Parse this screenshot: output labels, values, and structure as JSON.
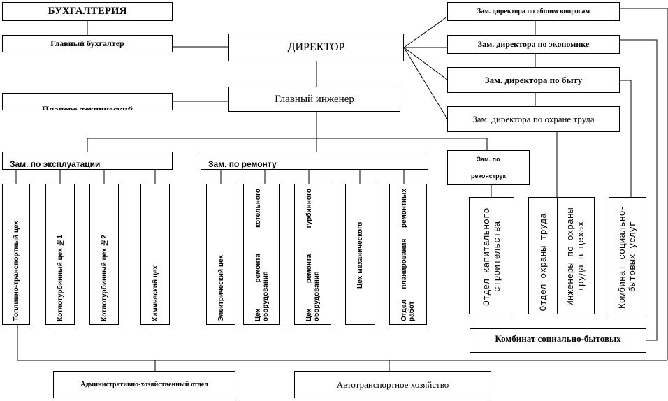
{
  "top_left": {
    "accounting": "БУХГАЛТЕРИЯ",
    "chief_accountant": "Главный бухгалтер",
    "planning_dept": "Планово-технический"
  },
  "director": "ДИРЕКТОР",
  "chief_engineer": "Главный инженер",
  "deputies": {
    "general": "Зам. директора по общим вопросам",
    "economy": "Зам. директора по экономике",
    "living": "Зам. директора по быту",
    "labor_safety": "Зам. директора по охране труда"
  },
  "operations": {
    "title": "Зам. по эксплуатации",
    "units": [
      "Топливно-транспортный цех",
      "Котлотурбинный цех №1",
      "Котлотурбинный цех №2",
      "Химический цех"
    ]
  },
  "repair": {
    "title": "Зам. по ремонту",
    "units": [
      "Электрический цех",
      "Цех ремонта котельного оборудования",
      "Цех ремонта турбинного оборудования",
      "Цех механического",
      "Отдел планирования ремонтных работ"
    ]
  },
  "reconstruction": {
    "title_line1": "Зам. по",
    "title_line2": "реконструк",
    "units": [
      "Отдел капитального строительства",
      "Отдел охраны труда",
      "Инженеры по охраны труда в цехах",
      "Комбинат социально-бытовых услуг"
    ]
  },
  "social_combine": "Комбинат социально-бытовых",
  "bottom": {
    "admin": "Административно-хозяйственный отдел",
    "transport": "Автотранспортное хозяйство"
  }
}
